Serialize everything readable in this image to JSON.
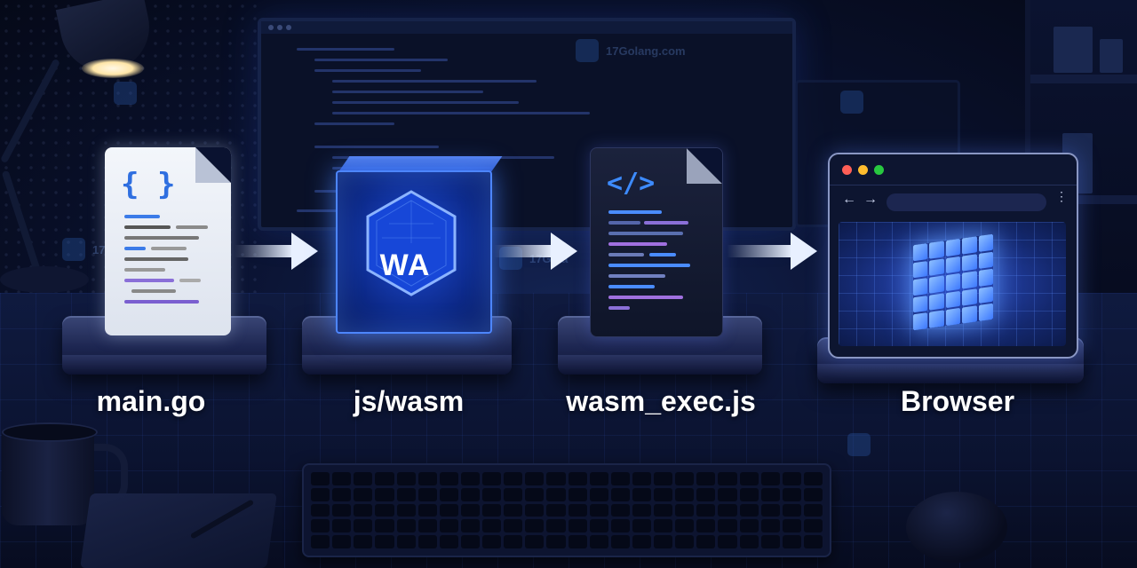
{
  "scene": {
    "steps": [
      {
        "id": "main-go",
        "label": "main.go",
        "glyph": "{ }"
      },
      {
        "id": "js-wasm",
        "label": "js/wasm",
        "glyph": "WA"
      },
      {
        "id": "wasm-exec",
        "label": "wasm_exec.js",
        "glyph": "</>"
      },
      {
        "id": "browser",
        "label": "Browser"
      }
    ],
    "browser_controls": {
      "back": "←",
      "forward": "→",
      "menu": "⋮"
    },
    "watermarks": [
      "17Golang.com",
      "17Gola"
    ]
  },
  "colors": {
    "accent_blue": "#4d86ff",
    "glow_blue": "#3d79ff",
    "arrow_white": "#e8f0ff",
    "label_white": "#ffffff",
    "traffic_red": "#ff5f57",
    "traffic_yellow": "#febc2e",
    "traffic_green": "#28c840"
  },
  "icons": [
    "curly-braces-icon",
    "webassembly-hexagon-icon",
    "code-tag-icon",
    "wasm-cube-icon",
    "arrow-right-icon"
  ]
}
